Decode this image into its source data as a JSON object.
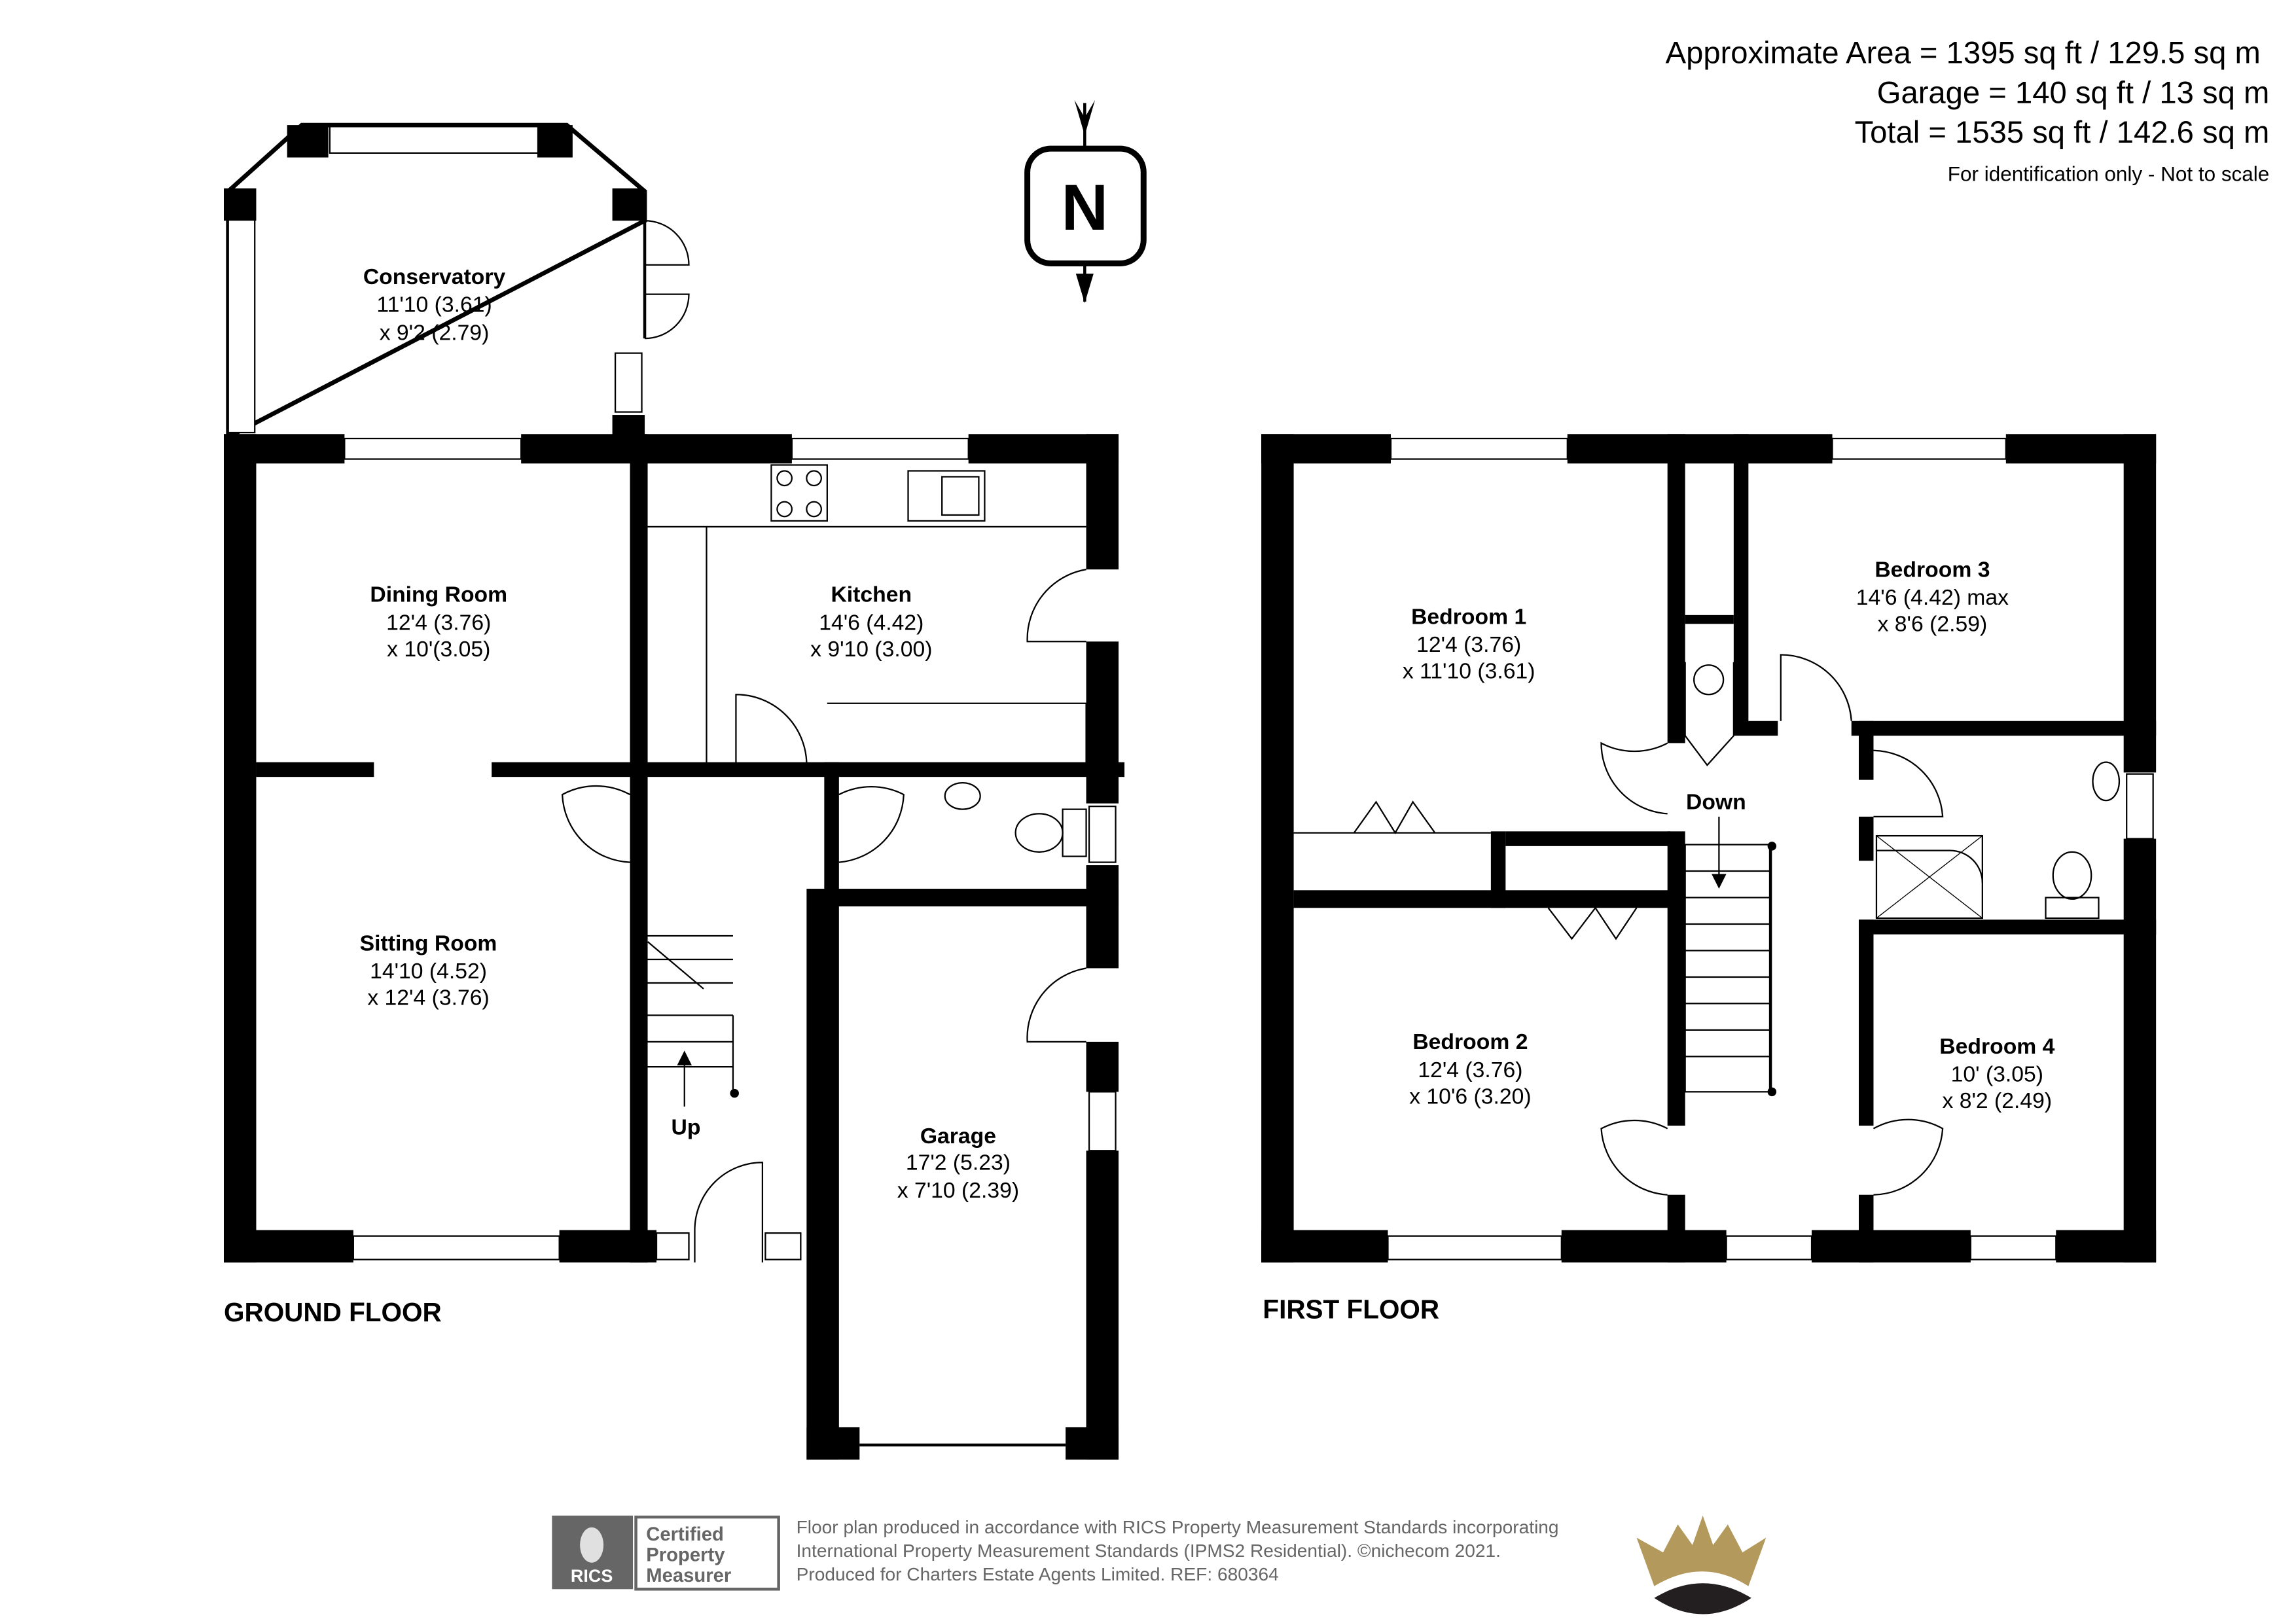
{
  "areas": {
    "approximate": "Approximate Area = 1395 sq ft / 129.5 sq m",
    "garage": "Garage = 140 sq ft / 13 sq m",
    "total": "Total = 1535 sq ft / 142.6 sq m",
    "disclaimer": "For identification only - Not to scale"
  },
  "compass": {
    "letter": "N"
  },
  "ground_floor": {
    "title": "GROUND FLOOR",
    "stairs_label": "Up",
    "rooms": [
      {
        "name": "Conservatory",
        "dim1": "11'10 (3.61)",
        "dim2": "x 9'2 (2.79)"
      },
      {
        "name": "Dining Room",
        "dim1": "12'4 (3.76)",
        "dim2": "x 10'(3.05)"
      },
      {
        "name": "Kitchen",
        "dim1": "14'6 (4.42)",
        "dim2": "x 9'10 (3.00)"
      },
      {
        "name": "Sitting Room",
        "dim1": "14'10 (4.52)",
        "dim2": "x 12'4 (3.76)"
      },
      {
        "name": "Garage",
        "dim1": "17'2 (5.23)",
        "dim2": "x 7'10 (2.39)"
      }
    ]
  },
  "first_floor": {
    "title": "FIRST FLOOR",
    "stairs_label": "Down",
    "rooms": [
      {
        "name": "Bedroom 1",
        "dim1": "12'4 (3.76)",
        "dim2": "x 11'10 (3.61)"
      },
      {
        "name": "Bedroom 3",
        "dim1": "14'6 (4.42) max",
        "dim2": "x 8'6 (2.59)"
      },
      {
        "name": "Bedroom 2",
        "dim1": "12'4 (3.76)",
        "dim2": "x 10'6 (3.20)"
      },
      {
        "name": "Bedroom 4",
        "dim1": "10' (3.05)",
        "dim2": "x 8'2 (2.49)"
      }
    ]
  },
  "footer": {
    "rics_badge": {
      "logo": "RICS",
      "line1": "Certified",
      "line2": "Property",
      "line3": "Measurer"
    },
    "line1": "Floor plan produced in accordance with RICS Property Measurement Standards incorporating",
    "line2": "International Property Measurement Standards (IPMS2 Residential).  ©nichecom 2021.",
    "line3": "Produced for Charters Estate Agents Limited.   REF: 680364"
  },
  "colors": {
    "crown_gold": "#b39a5c",
    "crown_dark": "#231f20",
    "rics_grey": "#666666"
  }
}
